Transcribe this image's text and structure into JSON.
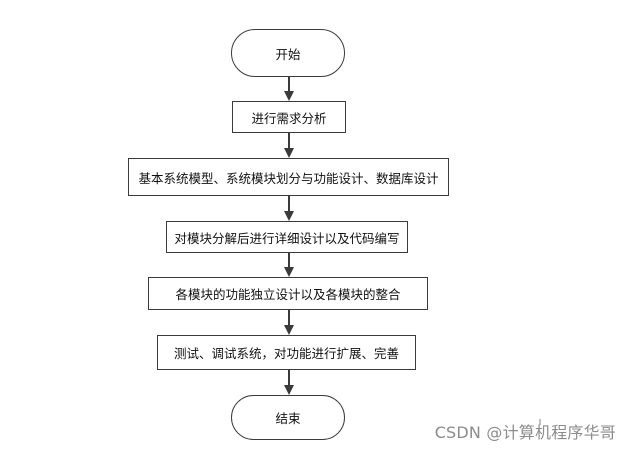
{
  "flowchart": {
    "start": "开始",
    "steps": [
      "进行需求分析",
      "基本系统模型、系统模块划分与功能设计、数据库设计",
      "对模块分解后进行详细设计以及代码编写",
      "各模块的功能独立设计以及各模块的整合",
      "测试、调试系统，对功能进行扩展、完善"
    ],
    "end": "结束"
  },
  "watermark": "CSDN @计算机程序华哥"
}
